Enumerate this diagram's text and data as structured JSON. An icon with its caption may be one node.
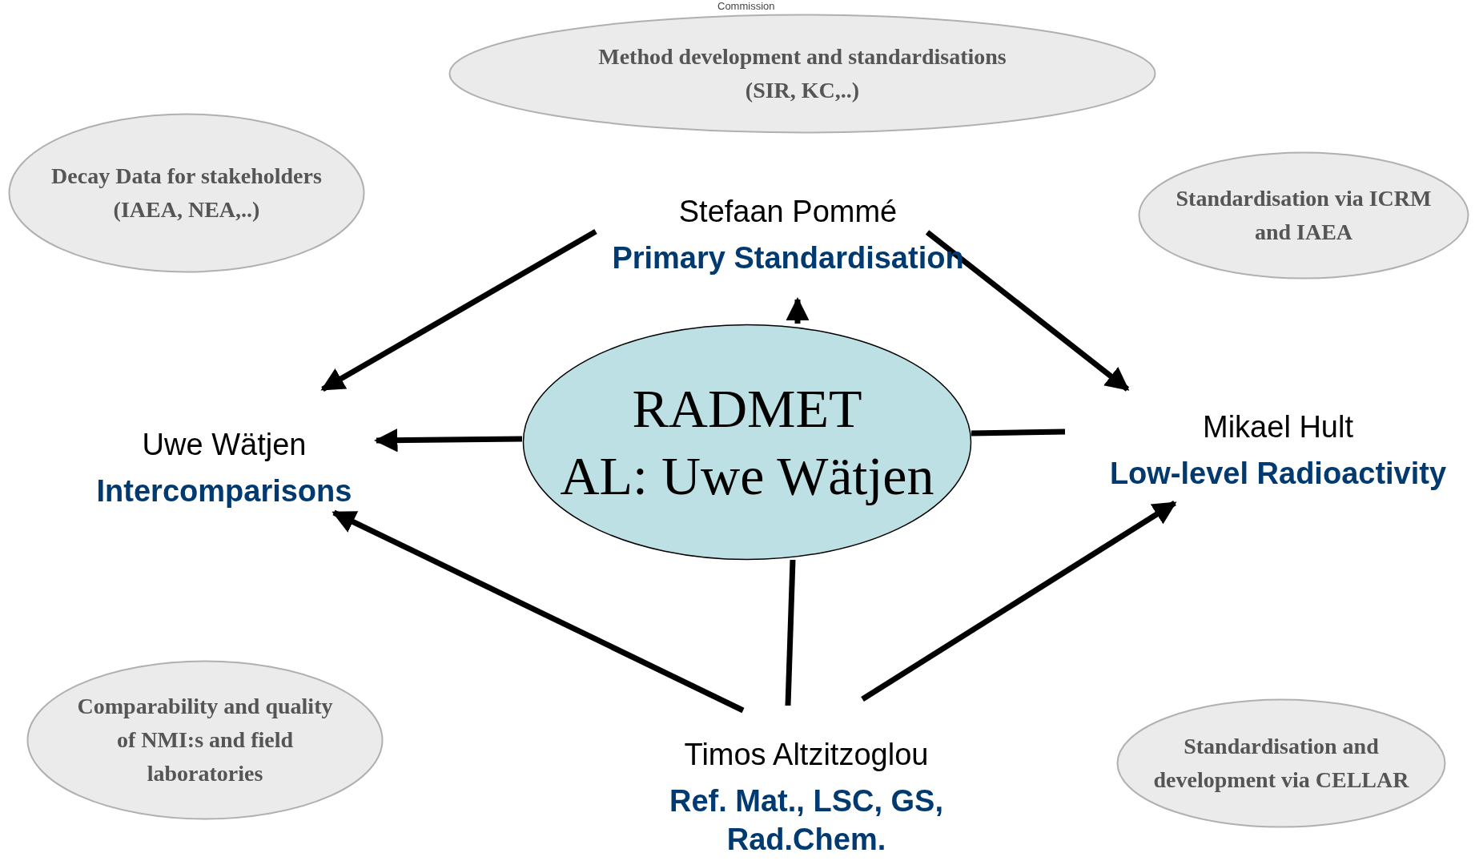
{
  "diagram": {
    "nodes": [
      {
        "text": [
          "Method development and standardisations (SIR, KC,..)"
        ]
      },
      {
        "text": [
          "Decay Data for stakeholders (IAEA, NEA,..)"
        ]
      },
      {
        "text": [
          "Standardisation via ICRM and IAEA"
        ]
      },
      {
        "text": [
          "Comparability and quality of NMI:s and field laboratories"
        ]
      },
      {
        "text": [
          "Standardisation and development via CELLAR"
        ]
      },
      {
        "text": [
          "RADMET",
          "AL: Uwe Wätjen"
        ]
      },
      {
        "text": [
          "Stefaan Pommé",
          "Primary Standardisation"
        ]
      },
      {
        "text": [
          "Uwe Wätjen",
          "Intercomparisons"
        ]
      },
      {
        "text": [
          "Mikael Hult",
          "Low-level Radioactivity"
        ]
      },
      {
        "text": [
          "Timos Altzitzoglou",
          "Ref. Mat., LSC, GS, Rad.Chem."
        ]
      }
    ],
    "edges": [
      {
        "from": 6,
        "to": 7,
        "arrow": "to"
      },
      {
        "from": 6,
        "to": 8,
        "arrow": "to"
      },
      {
        "from": 5,
        "to": 6,
        "arrow": "to"
      },
      {
        "from": 5,
        "to": 7,
        "arrow": "to"
      },
      {
        "from": 5,
        "to": 8,
        "arrow": "none"
      },
      {
        "from": 9,
        "to": 7,
        "arrow": "to"
      },
      {
        "from": 9,
        "to": 5,
        "arrow": "none"
      },
      {
        "from": 9,
        "to": 8,
        "arrow": "to"
      }
    ],
    "labels": [
      "Commission"
    ]
  }
}
